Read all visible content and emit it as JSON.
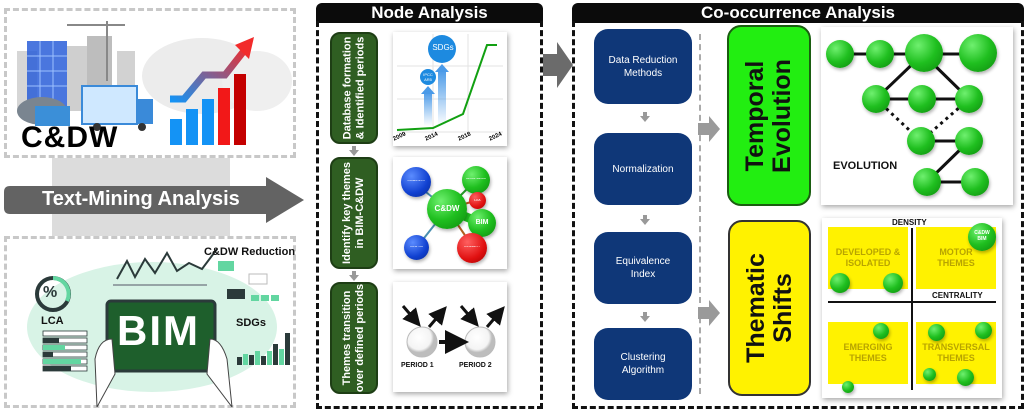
{
  "left_panel": {
    "top_label": "C&DW",
    "arrow_label": "Text-Mining Analysis",
    "bottom": {
      "main_label": "BIM",
      "labels": {
        "lca": "LCA",
        "sdgs": "SDGs",
        "reduction": "C&DW Reduction",
        "percent": "%"
      }
    }
  },
  "node_analysis": {
    "title": "Node Analysis",
    "steps": [
      {
        "label_line1": "Database formation",
        "label_line2": "& Identified periods"
      },
      {
        "label_line1": "Identify key themes",
        "label_line2": "in BIM-C&DW"
      },
      {
        "label_line1": "Themes transition",
        "label_line2": "over defined periods"
      }
    ],
    "growth_chart": {
      "x_ticks": [
        "2009",
        "2014",
        "2018",
        "2024"
      ],
      "bubbles": {
        "large": "SDGs",
        "small_line1": "IPCC",
        "small_line2": "AR5"
      }
    },
    "network": {
      "center": "C&DW",
      "nodes": [
        "PREFABRICATION",
        "MACHINE LEARNING",
        "LCA",
        "BIM",
        "SUSTAINABILITY",
        "DIGITAL TWIN"
      ]
    },
    "transition": {
      "period1": "PERIOD 1",
      "period2": "PERIOD 2"
    }
  },
  "cooccurrence_analysis": {
    "title": "Co-occurrence Analysis",
    "methods": [
      "Data Reduction Methods",
      "Normalization",
      "Equivalence Index",
      "Clustering Algorithm"
    ],
    "outcomes": [
      {
        "line1": "Temporal",
        "line2": "Evolution",
        "color": "#22ee11"
      },
      {
        "line1": "Thematic",
        "line2": "Shifts",
        "color": "#fff200"
      }
    ],
    "evolution_label": "EVOLUTION",
    "strategic_map": {
      "density": "DENSITY",
      "centrality": "CENTRALITY",
      "quadrants": {
        "top_left": {
          "line1": "DEVELOPED",
          "line2": "ISOLATED",
          "extra": "&"
        },
        "top_right": {
          "line1": "MOTOR",
          "line2": "THEMES"
        },
        "bottom_left": {
          "line1": "EMERGING",
          "line2": "THEMES"
        },
        "bottom_right": {
          "line1": "TRANSVERSAL",
          "line2": "THEMES"
        }
      },
      "highlight_line1": "C&DW",
      "highlight_line2": "BIM"
    }
  },
  "colors": {
    "dark_green": "#2f5e22",
    "navy": "#0f3778",
    "bright_green": "#22ee11",
    "yellow": "#fff200",
    "header_black": "#0b0b0b"
  }
}
